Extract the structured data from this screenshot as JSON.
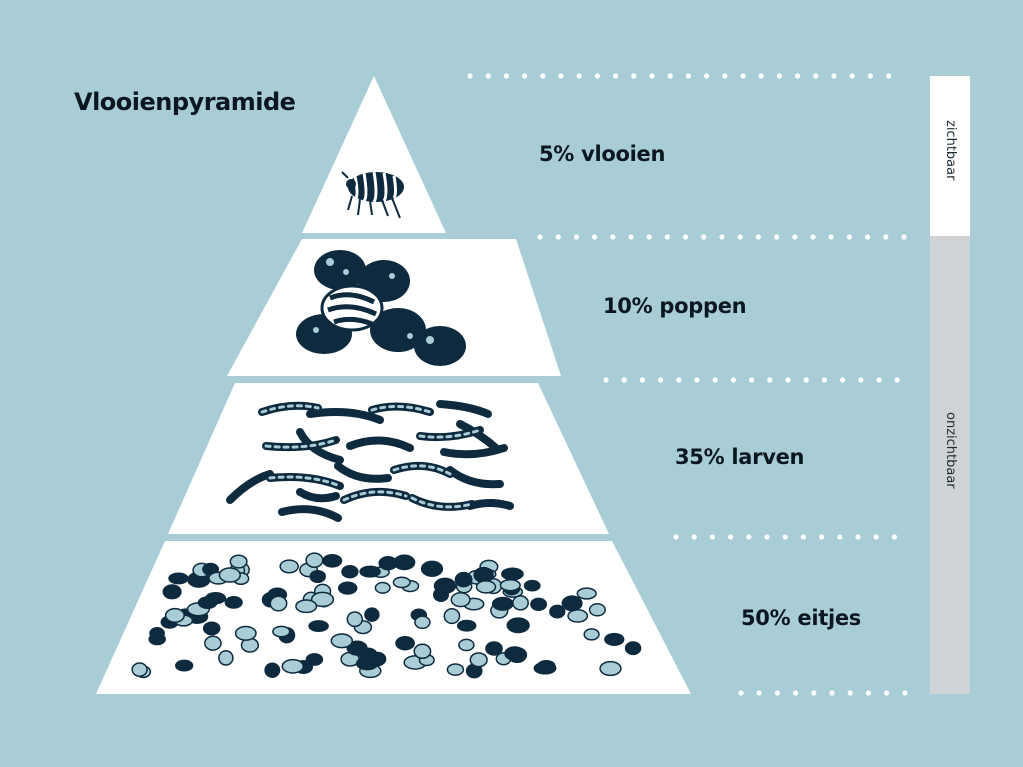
{
  "title": "Vlooienpyramide",
  "tiers": [
    {
      "percent": 5,
      "label": "5% vlooien",
      "icon": "flea-icon"
    },
    {
      "percent": 10,
      "label": "10% poppen",
      "icon": "pupae-icon"
    },
    {
      "percent": 35,
      "label": "35% larven",
      "icon": "larvae-icon"
    },
    {
      "percent": 50,
      "label": "50% eitjes",
      "icon": "eggs-icon"
    }
  ],
  "side_bar": {
    "visible_label": "zichtbaar",
    "invisible_label": "onzichtbaar"
  },
  "colors": {
    "background": "#a9cdd6",
    "tier_fill": "#ffffff",
    "ink": "#0e2a3e",
    "light_ink": "#a9cdd6",
    "visible_bar": "#ffffff",
    "invisible_bar": "#d0d3d5",
    "dots": "#ffffff"
  }
}
